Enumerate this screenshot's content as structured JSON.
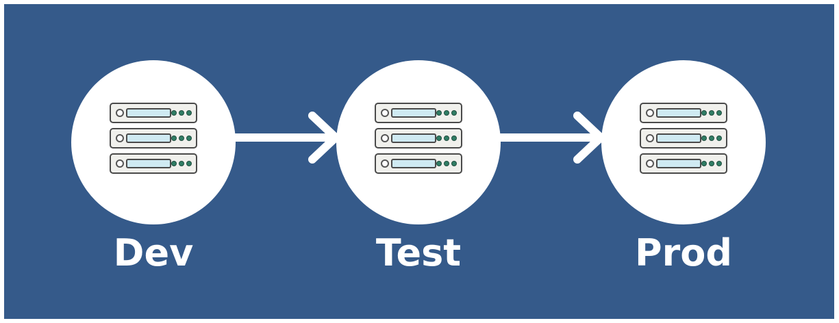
{
  "stages": [
    {
      "label": "Dev",
      "icon": "server-rack-icon"
    },
    {
      "label": "Test",
      "icon": "server-rack-icon"
    },
    {
      "label": "Prod",
      "icon": "server-rack-icon"
    }
  ],
  "colors": {
    "background": "#355a8a",
    "circle": "#ffffff",
    "text": "#ffffff",
    "arrow": "#ffffff",
    "drive_bay": "#cfeaf2",
    "status_led": "#2f7d64"
  }
}
